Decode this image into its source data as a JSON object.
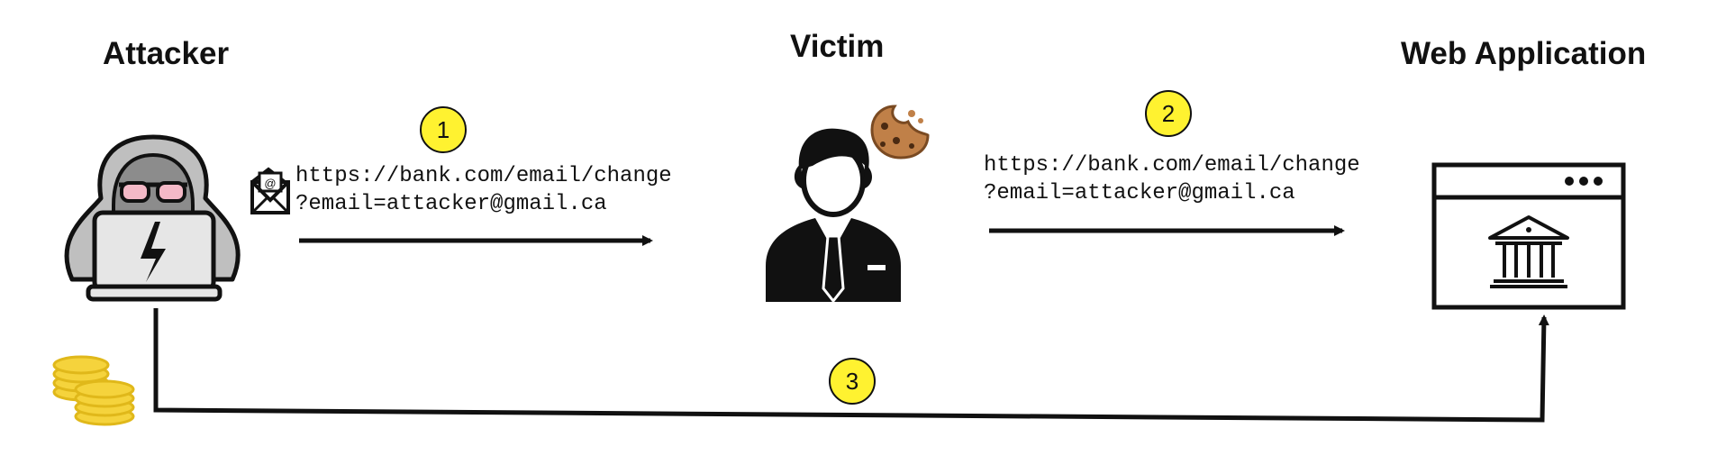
{
  "actors": {
    "attacker": "Attacker",
    "victim": "Victim",
    "web_app": "Web Application"
  },
  "steps": {
    "one": "1",
    "two": "2",
    "three": "3"
  },
  "request_1": {
    "line1": "https://bank.com/email/change",
    "line2": "?email=attacker@gmail.ca"
  },
  "request_2": {
    "line1": "https://bank.com/email/change",
    "line2": "?email=attacker@gmail.ca"
  },
  "icons": {
    "attacker": "hooded-hacker-laptop-icon",
    "email": "email-envelope-icon",
    "coins": "coin-stack-icon",
    "victim": "businessman-icon",
    "cookie": "cookie-icon",
    "web_app": "browser-bank-icon"
  },
  "colors": {
    "step_badge": "#fff230",
    "coins": "#f5d33c",
    "ink": "#111111"
  }
}
